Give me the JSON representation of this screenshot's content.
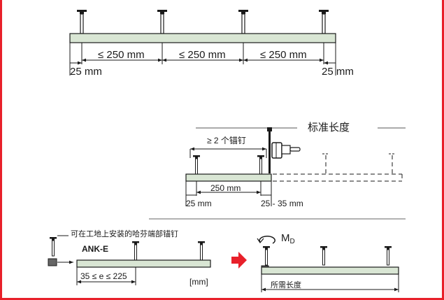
{
  "colors": {
    "frame_red": "#e8202a",
    "bar_fill": "#d9e6d4",
    "ink": "#1a1a1a"
  },
  "top": {
    "spacing_1": "≤ 250 mm",
    "spacing_2": "≤ 250 mm",
    "spacing_3": "≤ 250 mm",
    "edge_left": "25 mm",
    "edge_right": "25 mm"
  },
  "middle": {
    "standard_length": "标准长度",
    "min_anchors": "≥ 2 个锚钉",
    "spacing": "250 mm",
    "edge_left": "25 mm",
    "edge_right": "25 - 35 mm"
  },
  "bottom": {
    "note": "可在工地上安装的哈芬端部锚钉",
    "anchor_model": "ANK-E",
    "e_range": "35 ≤ e ≤ 225",
    "unit": "[mm]",
    "torque_symbol": "M",
    "torque_subscript": "D",
    "required_length": "所需长度"
  }
}
